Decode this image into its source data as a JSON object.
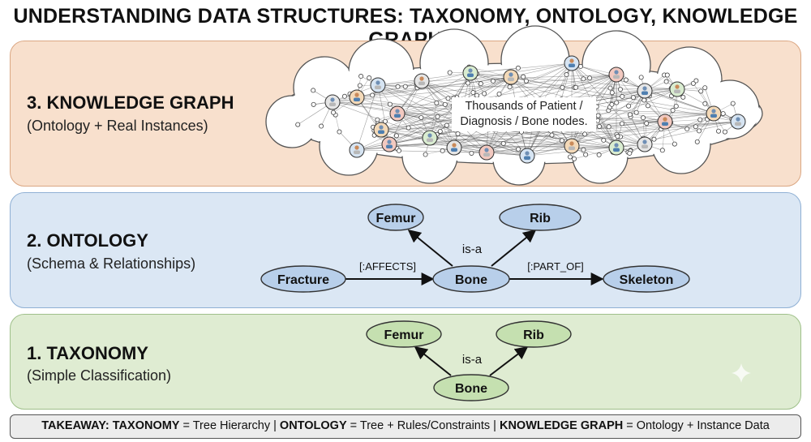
{
  "title": "UNDERSTANDING DATA STRUCTURES: TAXONOMY, ONTOLOGY, KNOWLEDGE GRAPH",
  "knowledge_graph": {
    "heading": "3. KNOWLEDGE GRAPH",
    "subheading": "(Ontology + Real Instances)",
    "cloud_label": "Thousands of Patient / Diagnosis / Bone nodes.",
    "colors": {
      "panel": "#f8e0cd",
      "border": "#dba783"
    }
  },
  "ontology": {
    "heading": "2. ONTOLOGY",
    "subheading": "(Schema & Relationships)",
    "nodes": {
      "femur": "Femur",
      "rib": "Rib",
      "fracture": "Fracture",
      "bone": "Bone",
      "skeleton": "Skeleton"
    },
    "edges": {
      "is_a": "is-a",
      "affects": "[:AFFECTS]",
      "part_of": "[:PART_OF]"
    },
    "colors": {
      "panel": "#dbe7f4",
      "node": "#b8cfea"
    }
  },
  "taxonomy": {
    "heading": "1. TAXONOMY",
    "subheading": "(Simple Classification)",
    "nodes": {
      "femur": "Femur",
      "rib": "Rib",
      "bone": "Bone"
    },
    "edges": {
      "is_a": "is-a"
    },
    "colors": {
      "panel": "#dfecd2",
      "node": "#c5e0b0"
    }
  },
  "takeaway": {
    "lead": "TAKEAWAY:",
    "taxonomy_term": "TAXONOMY",
    "taxonomy_def": "= Tree Hierarchy |",
    "ontology_term": "ONTOLOGY",
    "ontology_def": "= Tree + Rules/Constraints |",
    "kg_term": "KNOWLEDGE GRAPH",
    "kg_def": "= Ontology + Instance Data"
  }
}
